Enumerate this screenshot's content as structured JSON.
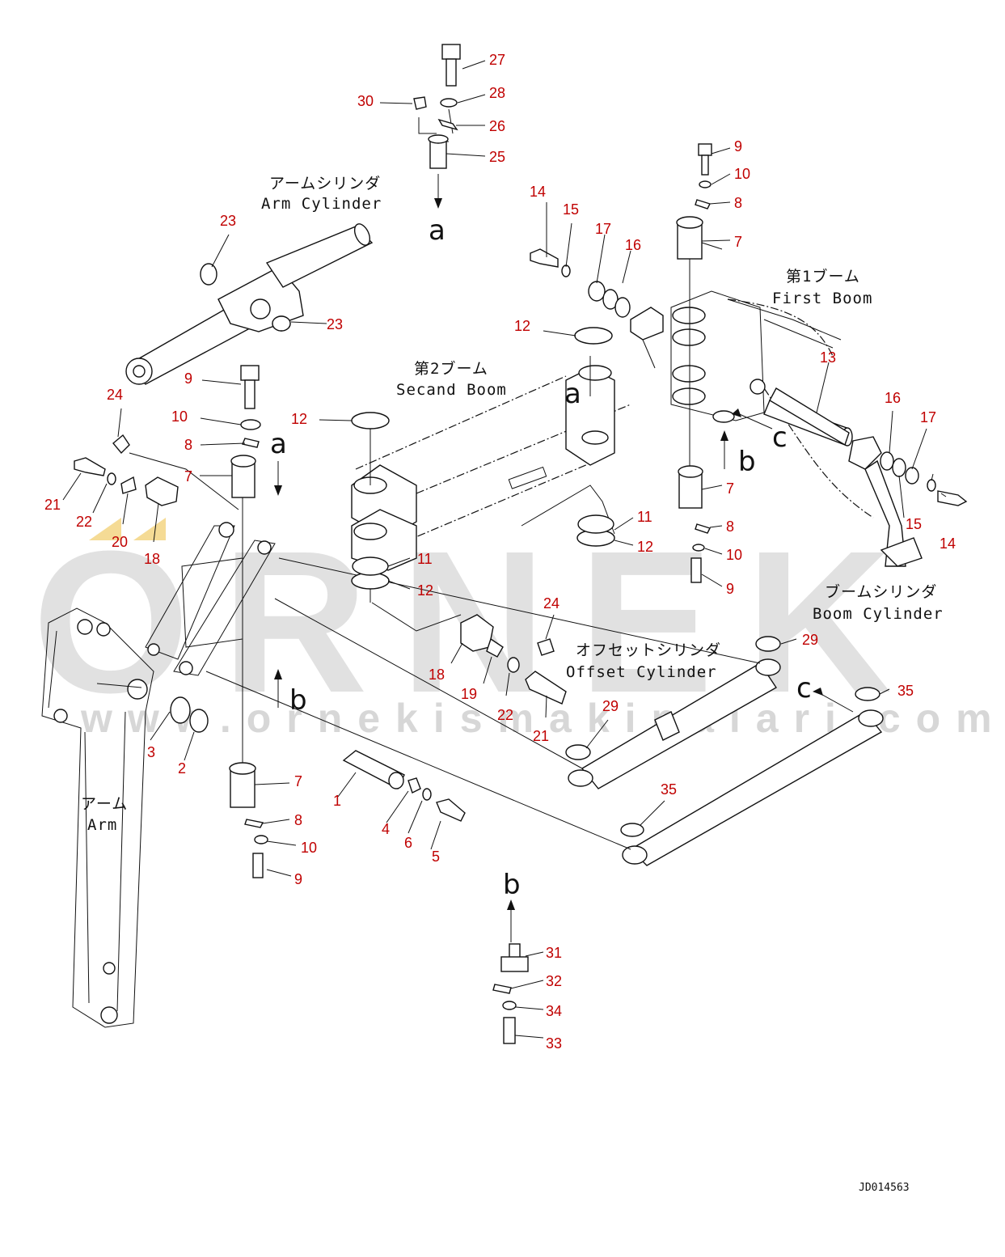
{
  "diagram": {
    "labels": {
      "arm_cylinder_jp": "アームシリンダ",
      "arm_cylinder_en": "Arm Cylinder",
      "second_boom_jp": "第2ブーム",
      "second_boom_en": "Secand Boom",
      "first_boom_jp": "第1ブーム",
      "first_boom_en": "First Boom",
      "boom_cylinder_jp": "ブームシリンダ",
      "boom_cylinder_en": "Boom Cylinder",
      "offset_cylinder_jp": "オフセットシリンダ",
      "offset_cylinder_en": "Offset Cylinder",
      "arm_jp": "アーム",
      "arm_en": "Arm"
    },
    "view_markers": {
      "a": "a",
      "b": "b",
      "c": "c"
    },
    "drawing_code": "JD014563",
    "watermark": {
      "brand": "ORNEK",
      "url": "www.ornekismakinalari.com.tr"
    },
    "part_numbers": [
      "1",
      "2",
      "3",
      "4",
      "5",
      "6",
      "7",
      "8",
      "9",
      "10",
      "11",
      "12",
      "13",
      "14",
      "15",
      "16",
      "17",
      "18",
      "19",
      "20",
      "21",
      "22",
      "23",
      "24",
      "25",
      "26",
      "27",
      "28",
      "29",
      "30",
      "31",
      "32",
      "33",
      "34",
      "35"
    ]
  }
}
